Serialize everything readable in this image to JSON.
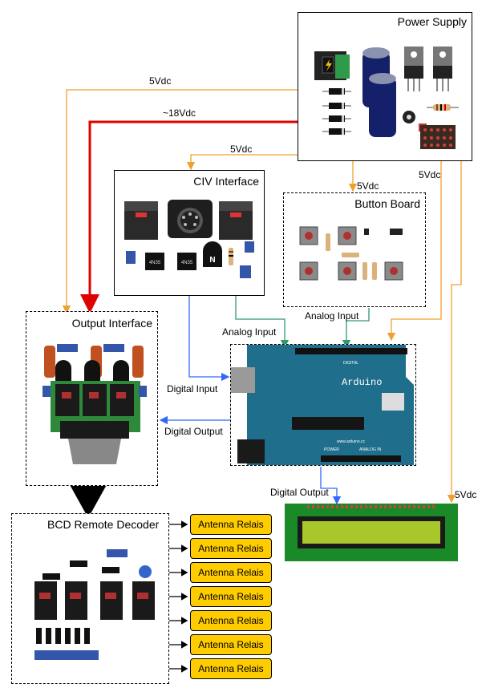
{
  "colors": {
    "orange": "#f0a030",
    "red": "#e00000",
    "green": "#2e9a6a",
    "blue": "#3366ff",
    "black": "#000000",
    "relay_fill": "#ffcc00",
    "arduino_teal": "#1f6e8c",
    "lcd_green": "#a8c72a"
  },
  "blocks": {
    "power_supply": "Power Supply",
    "civ_interface": "CIV Interface",
    "button_board": "Button Board",
    "output_interface": "Output Interface",
    "bcd_decoder": "BCD Remote Decoder"
  },
  "wire_labels": {
    "v5_output": "5Vdc",
    "v18": "~18Vdc",
    "v5_civ": "5Vdc",
    "v5_button": "5Vdc",
    "v5_arduino": "5Vdc",
    "v5_lcd": "5Vdc",
    "analog_input_civ": "Analog Input",
    "analog_input_button": "Analog Input",
    "digital_input": "Digital Input",
    "digital_output_left": "Digital Output",
    "digital_output_lcd": "Digital Output"
  },
  "components": {
    "arduino_logo": "Arduino",
    "arduino_url": "www.arduino.cc",
    "arduino_digital": "DIGITAL",
    "arduino_power": "POWER",
    "arduino_analog": "ANALOG IN",
    "ic_label_a": "4N35",
    "ic_label_b": "4N35",
    "transistor_mark": "N"
  },
  "relays": [
    "Antenna Relais",
    "Antenna Relais",
    "Antenna Relais",
    "Antenna Relais",
    "Antenna Relais",
    "Antenna Relais",
    "Antenna Relais"
  ]
}
